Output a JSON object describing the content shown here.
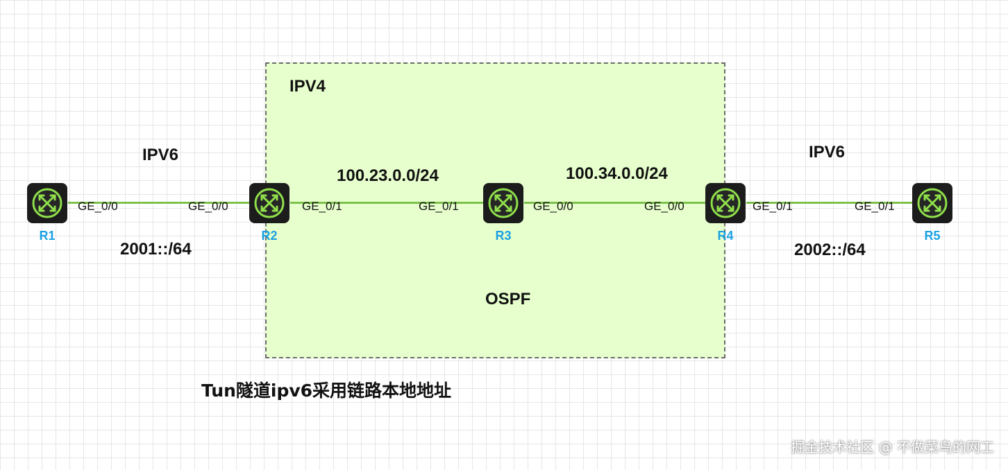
{
  "zone": {
    "title": "IPV4",
    "protocol": "OSPF"
  },
  "routers": [
    {
      "name": "R1"
    },
    {
      "name": "R2"
    },
    {
      "name": "R3"
    },
    {
      "name": "R4"
    },
    {
      "name": "R5"
    }
  ],
  "links": [
    {
      "from": "R1",
      "to": "R2",
      "port_a": "GE_0/0",
      "port_b": "GE_0/0",
      "network": "2001::/64",
      "type": "IPV6"
    },
    {
      "from": "R2",
      "to": "R3",
      "port_a": "GE_0/1",
      "port_b": "GE_0/1",
      "network": "100.23.0.0/24"
    },
    {
      "from": "R3",
      "to": "R4",
      "port_a": "GE_0/0",
      "port_b": "GE_0/0",
      "network": "100.34.0.0/24"
    },
    {
      "from": "R4",
      "to": "R5",
      "port_a": "GE_0/1",
      "port_b": "GE_0/1",
      "network": "2002::/64",
      "type": "IPV6"
    }
  ],
  "note": "Tun隧道ipv6采用链路本地地址",
  "watermark": "掘金技术社区 @ 不做菜鸟的网工",
  "colors": {
    "zone_fill": "#e6ffcc",
    "zone_border": "#6b6b6b",
    "link": "#7cc24a",
    "router_body": "#1c1c1c",
    "router_accent": "#8fe04a",
    "router_label": "#1ba1e2"
  },
  "icons": {
    "router": "router-cross-arrows-icon"
  }
}
